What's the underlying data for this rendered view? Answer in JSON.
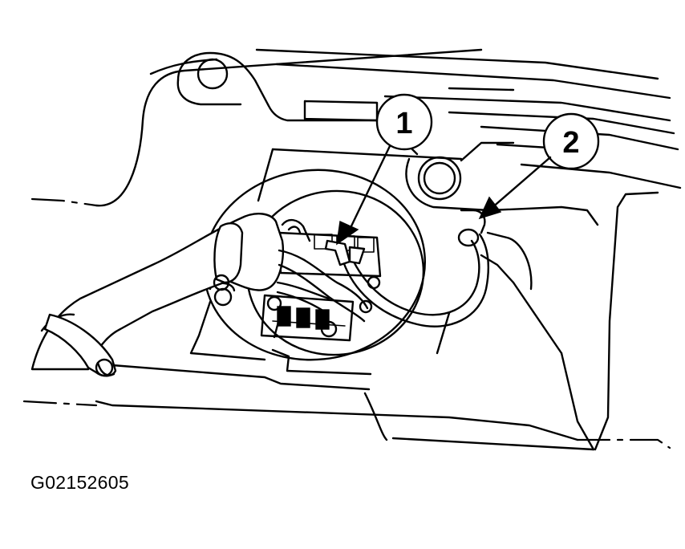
{
  "figure": {
    "id": "G02152605",
    "callouts": [
      {
        "number": "1"
      },
      {
        "number": "2"
      }
    ]
  },
  "colors": {
    "line": "#000000",
    "background": "#ffffff"
  }
}
